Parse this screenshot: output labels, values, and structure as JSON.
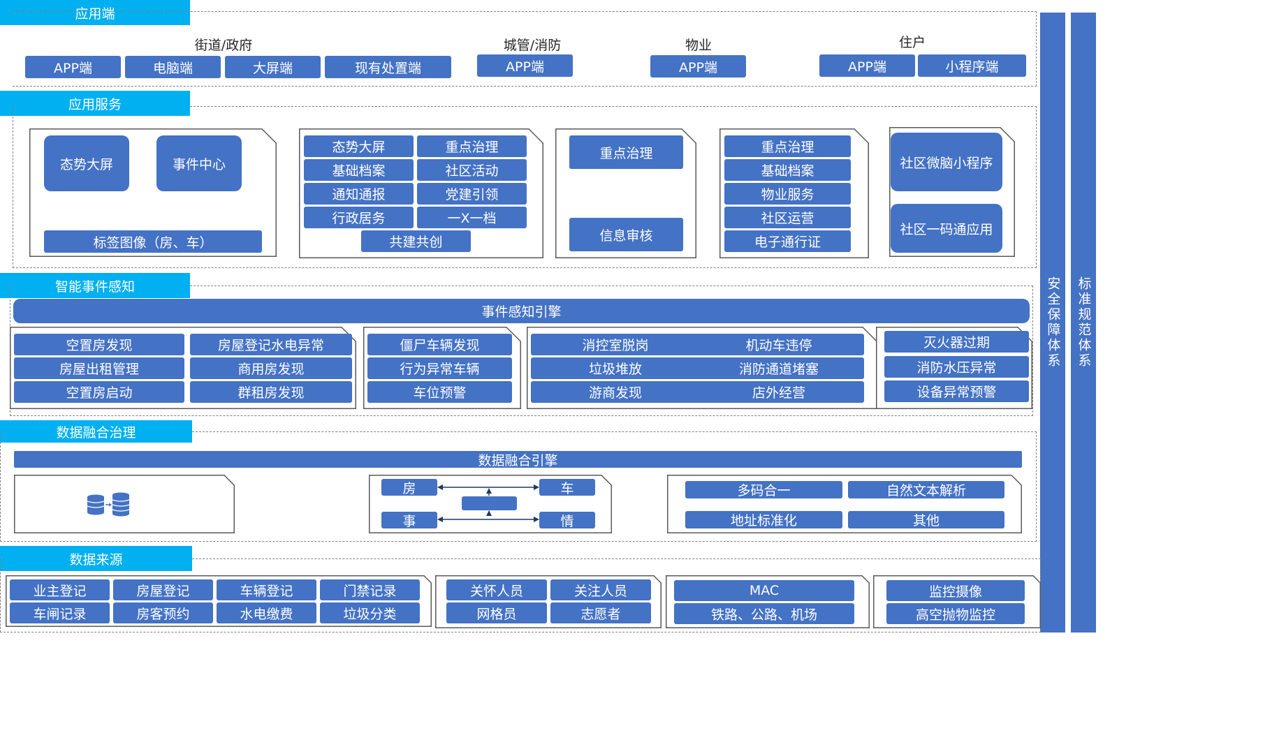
{
  "side": {
    "security": "安全保障体系",
    "standard": "标准规范体系"
  },
  "s1": {
    "title": "应用端",
    "g_gov": "街道/政府",
    "g_city": "城管/消防",
    "g_prop": "物业",
    "g_res": "住户",
    "gov_items": [
      "APP端",
      "电脑端",
      "大屏端",
      "现有处置端"
    ],
    "city_items": [
      "APP端"
    ],
    "prop_items": [
      "APP端"
    ],
    "res_items": [
      "APP端",
      "小程序端"
    ]
  },
  "s2": {
    "title": "应用服务",
    "p1": {
      "a": "态势大屏",
      "b": "事件中心",
      "c": "标签图像（房、车）"
    },
    "p2": {
      "items": [
        "态势大屏",
        "重点治理",
        "基础档案",
        "社区活动",
        "通知通报",
        "党建引领",
        "行政居务",
        "一X一档"
      ],
      "bottom": "共建共创"
    },
    "p3": {
      "top": "重点治理",
      "bottom": "信息审核"
    },
    "p4": {
      "items": [
        "重点治理",
        "基础档案",
        "物业服务",
        "社区运营",
        "电子通行证"
      ]
    },
    "p5": {
      "top": "社区微脑小程序",
      "bottom": "社区一码通应用"
    }
  },
  "s3": {
    "title": "智能事件感知",
    "engine": "事件感知引擎",
    "p1": [
      "空置房发现",
      "房屋登记水电异常",
      "房屋出租管理",
      "商用房发现",
      "空置房启动",
      "群租房发现"
    ],
    "p2": [
      "僵尸车辆发现",
      "行为异常车辆",
      "车位预警"
    ],
    "p3": {
      "left": [
        "消控室脱岗",
        "垃圾堆放",
        "游商发现"
      ],
      "right": [
        "机动车违停",
        "消防通道堵塞",
        "店外经营"
      ]
    },
    "p4": [
      "灭火器过期",
      "消防水压异常",
      "设备异常预警"
    ]
  },
  "s4": {
    "title": "数据融合治理",
    "engine": "数据融合引擎",
    "relation": {
      "house": "房",
      "car": "车",
      "event": "事",
      "emotion": "情"
    },
    "items": [
      "多码合一",
      "自然文本解析",
      "地址标准化",
      "其他"
    ]
  },
  "s5": {
    "title": "数据来源",
    "p1": [
      "业主登记",
      "房屋登记",
      "车辆登记",
      "门禁记录",
      "车闸记录",
      "房客预约",
      "水电缴费",
      "垃圾分类"
    ],
    "p2": [
      "关怀人员",
      "关注人员",
      "网格员",
      "志愿者"
    ],
    "p3": [
      "MAC",
      "铁路、公路、机场"
    ],
    "p4": [
      "监控摄像",
      "高空抛物监控"
    ]
  },
  "colors": {
    "accent": "#00b0f0",
    "block": "#4472c4"
  }
}
